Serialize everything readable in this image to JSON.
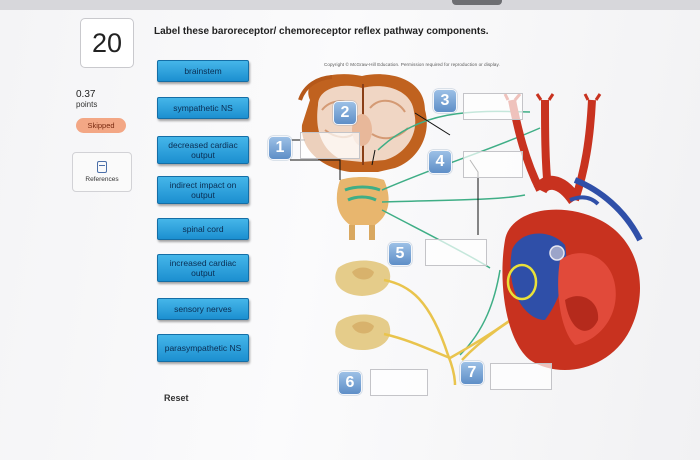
{
  "question": {
    "number": "20",
    "points_value": "0.37",
    "points_label": "points",
    "status": "Skipped"
  },
  "references": {
    "label": "References",
    "icon": "book-icon"
  },
  "prompt": "Label these baroreceptor/ chemoreceptor reflex pathway components.",
  "copyright": "Copyright © McGraw-Hill Education. Permission required for reproduction or display.",
  "labels": [
    {
      "text": "brainstem"
    },
    {
      "text": "sympathetic NS"
    },
    {
      "text": "decreased cardiac output"
    },
    {
      "text": "indirect impact on output"
    },
    {
      "text": "spinal cord"
    },
    {
      "text": "increased cardiac output"
    },
    {
      "text": "sensory nerves"
    },
    {
      "text": "parasympathetic NS"
    }
  ],
  "reset_label": "Reset",
  "markers": [
    "1",
    "2",
    "3",
    "4",
    "5",
    "6",
    "7"
  ],
  "colors": {
    "label_button": "#2a9ad8",
    "skipped_badge": "#f3a785",
    "marker_fill": "#7ba6d6",
    "nerve_green": "#3fae86",
    "nerve_yellow": "#e9c44d",
    "artery_red": "#c8321f",
    "vein_blue": "#2f4fa8"
  }
}
